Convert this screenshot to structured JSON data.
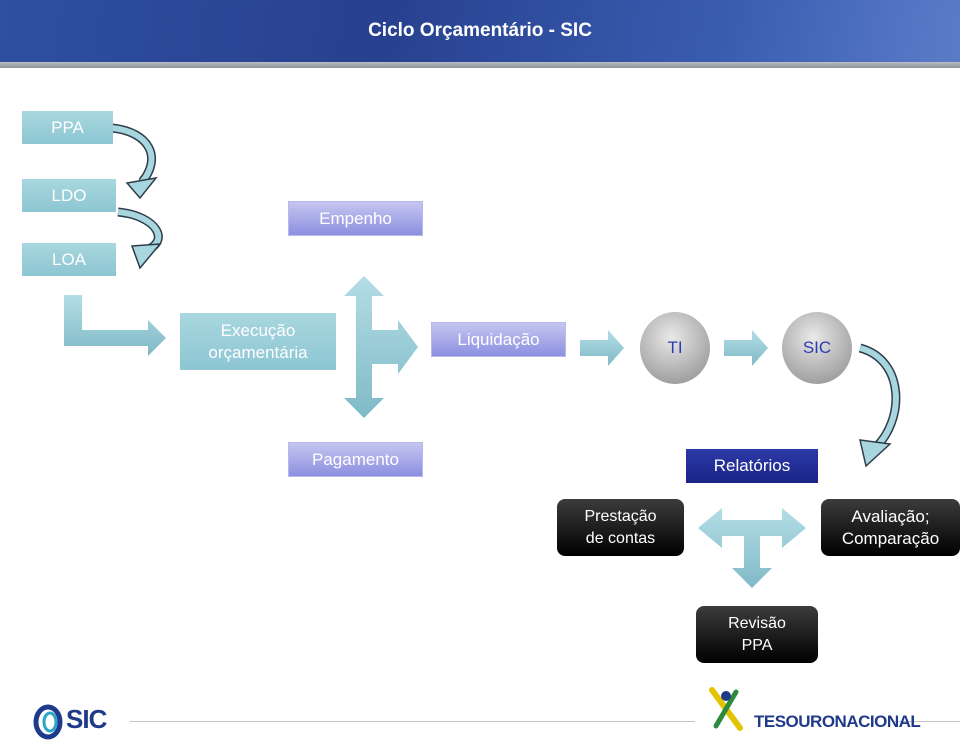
{
  "header": {
    "title": "Ciclo Orçamentário - SIC"
  },
  "boxes": {
    "ppa": "PPA",
    "ldo": "LDO",
    "loa": "LOA",
    "execucao_line1": "Execução",
    "execucao_line2": "orçamentária",
    "empenho": "Empenho",
    "liquidacao": "Liquidação",
    "pagamento": "Pagamento",
    "ti": "TI",
    "sic": "SIC",
    "relatorios": "Relatórios",
    "prestacao_line1": "Prestação",
    "prestacao_line2": "de contas",
    "avaliacao_line1": "Avaliação;",
    "avaliacao_line2": "Comparação",
    "revisao_line1": "Revisão",
    "revisao_line2": "PPA"
  },
  "footer": {
    "sic_logo": "SIC",
    "tesouro_logo": "TESOURONACIONAL"
  },
  "colors": {
    "header": "#27418f",
    "light_box": "#9fd0da",
    "blue_box": "#8c8fe0",
    "dark_blue_box": "#1a2485",
    "arrow": "#8fc5d0"
  }
}
